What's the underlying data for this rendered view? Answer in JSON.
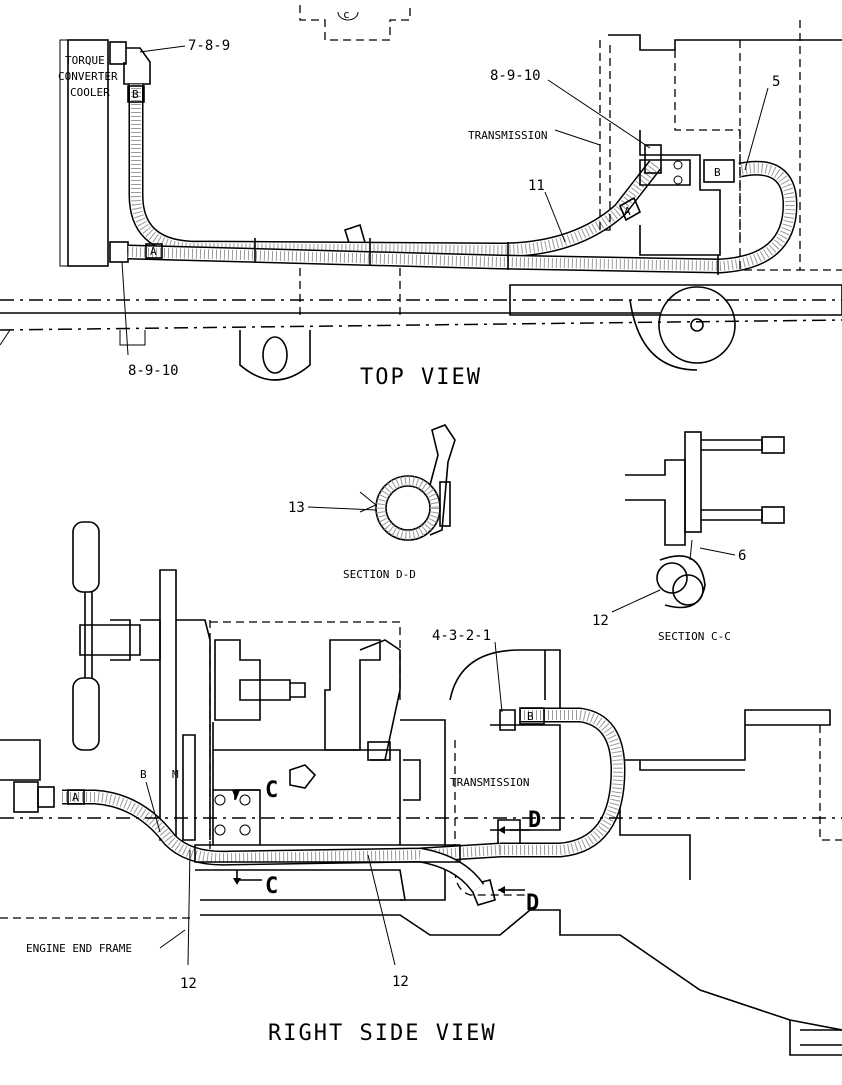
{
  "top_view": {
    "title": "TOP VIEW",
    "cooler_label_lines": [
      "TORQUE",
      "CONVERTER",
      "COOLER"
    ],
    "transmission_label": "TRANSMISSION",
    "callouts": {
      "c789": "7-8-9",
      "c8910_top": "8-9-10",
      "c8910_bottom": "8-9-10",
      "c11": "11",
      "c5": "5"
    },
    "port_tags": {
      "b_cooler": "B",
      "a_cooler": "A",
      "b_trans": "B",
      "a_trans": "A"
    }
  },
  "section_dd": {
    "title": "SECTION D-D",
    "callout": "13"
  },
  "section_cc": {
    "title": "SECTION C-C",
    "callout_6": "6",
    "callout_12": "12"
  },
  "right_side_view": {
    "title": "RIGHT SIDE VIEW",
    "callout_4321": "4-3-2-1",
    "transmission_label": "TRANSMISSION",
    "engine_end_frame": "ENGINE END FRAME",
    "callout_12_left": "12",
    "callout_12_right": "12",
    "section_marks": {
      "c_top": "C",
      "c_bottom": "C",
      "d_top": "D",
      "d_bottom": "D"
    },
    "port_tags": {
      "a": "A",
      "b": "B",
      "b_small": "B",
      "m": "M"
    }
  }
}
